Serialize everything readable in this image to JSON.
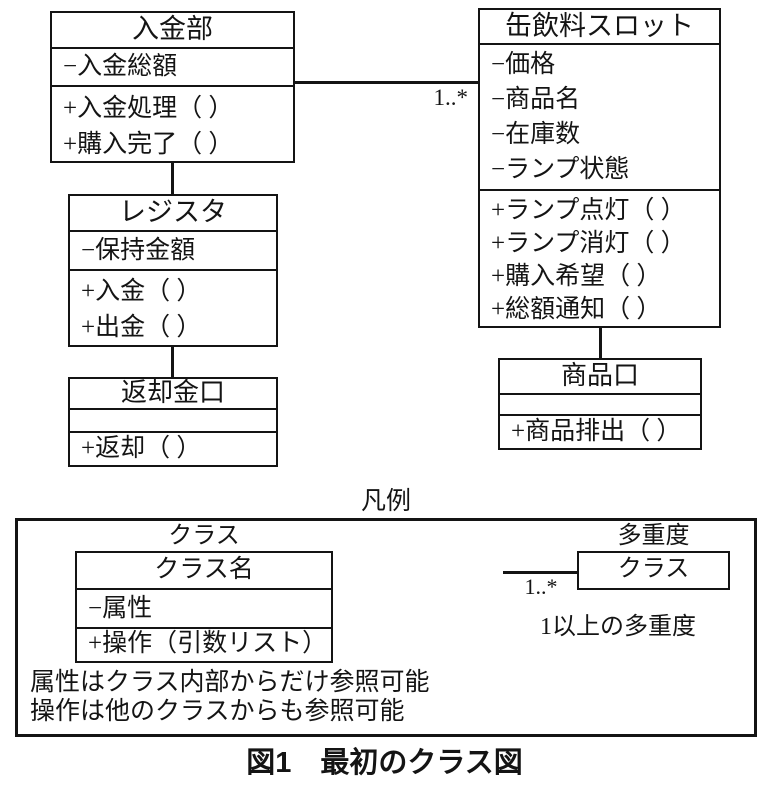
{
  "colors": {
    "ink": "#141414",
    "paper": "#ffffff"
  },
  "diagram": {
    "classes": [
      {
        "name": "入金部",
        "attributes": [
          "−入金総額"
        ],
        "operations": [
          "+入金処理（ ）",
          "+購入完了（ ）"
        ]
      },
      {
        "name": "缶飲料スロット",
        "attributes": [
          "−価格",
          "−商品名",
          "−在庫数",
          "−ランプ状態"
        ],
        "operations": [
          "+ランプ点灯（ ）",
          "+ランプ消灯（ ）",
          "+購入希望（ ）",
          "+総額通知（ ）"
        ]
      },
      {
        "name": "レジスタ",
        "attributes": [
          "−保持金額"
        ],
        "operations": [
          "+入金（ ）",
          "+出金（ ）"
        ]
      },
      {
        "name": "返却金口",
        "attributes": [],
        "operations": [
          "+返却（ ）"
        ]
      },
      {
        "name": "商品口",
        "attributes": [],
        "operations": [
          "+商品排出（ ）"
        ]
      }
    ],
    "associations": [
      {
        "from": "入金部",
        "to": "缶飲料スロット",
        "multiplicity": "1..*"
      },
      {
        "from": "入金部",
        "to": "レジスタ"
      },
      {
        "from": "レジスタ",
        "to": "返却金口"
      },
      {
        "from": "缶飲料スロット",
        "to": "商品口"
      }
    ],
    "multiplicity_label": "1..*"
  },
  "legend": {
    "title": "凡例",
    "class_example": {
      "caption": "クラス",
      "class_name": "クラス名",
      "attribute": "−属性",
      "operation": "+操作（引数リスト）"
    },
    "multiplicity_example": {
      "caption": "多重度",
      "class_name": "クラス",
      "multiplicity": "1..*",
      "description": "1以上の多重度"
    },
    "notes": [
      "属性はクラス内部からだけ参照可能",
      "操作は他のクラスからも参照可能"
    ]
  },
  "caption": "図1　最初のクラス図"
}
